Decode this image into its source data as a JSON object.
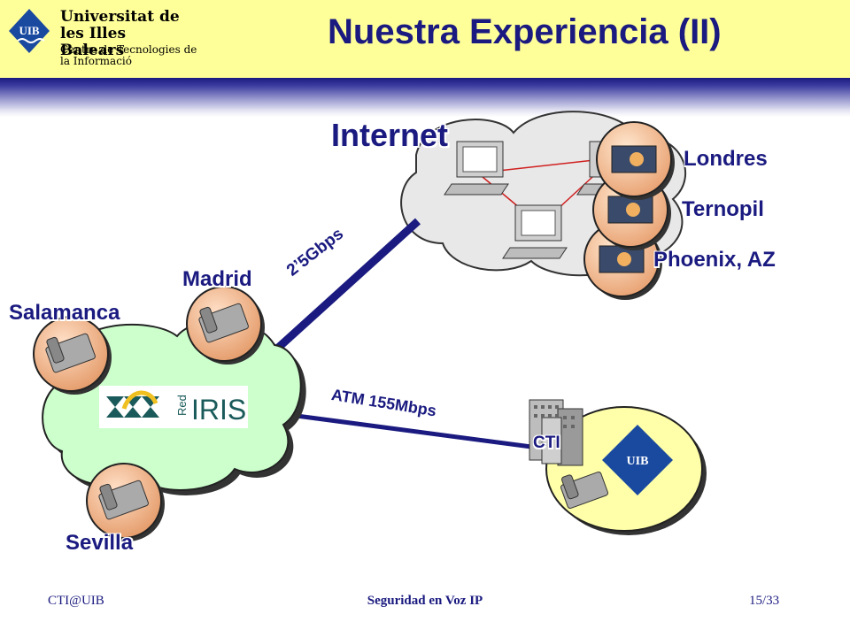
{
  "header": {
    "university_name": "Universitat de les Illes Balears",
    "centre_name": "Centre de Tecnologies de la Informació",
    "logo_text": "UIB",
    "title": "Nuestra Experiencia (II)"
  },
  "diagram": {
    "internet_label": "Internet",
    "remote_sites": [
      "Londres",
      "Ternopil",
      "Phoenix, AZ"
    ],
    "spanish_sites": [
      "Madrid",
      "Salamanca",
      "Sevilla"
    ],
    "rediris_logo_text": "IRIS",
    "rediris_logo_prefix": "Red",
    "link_internet_label": "2’5Gbps",
    "link_atm_label": "ATM 155Mbps",
    "cti_label": "CTI",
    "uib_logo_text": "UIB",
    "colors": {
      "cloud_green": "#ccffcc",
      "cloud_gray": "#e8e8e8",
      "uib_circle": "#ffffaa",
      "link_color": "#1a1a80",
      "phone_circle": "#f0b890",
      "label_color": "#1a1a80"
    }
  },
  "footer": {
    "left": "CTI@UIB",
    "center": "Seguridad en Voz IP",
    "right": "15/33"
  }
}
